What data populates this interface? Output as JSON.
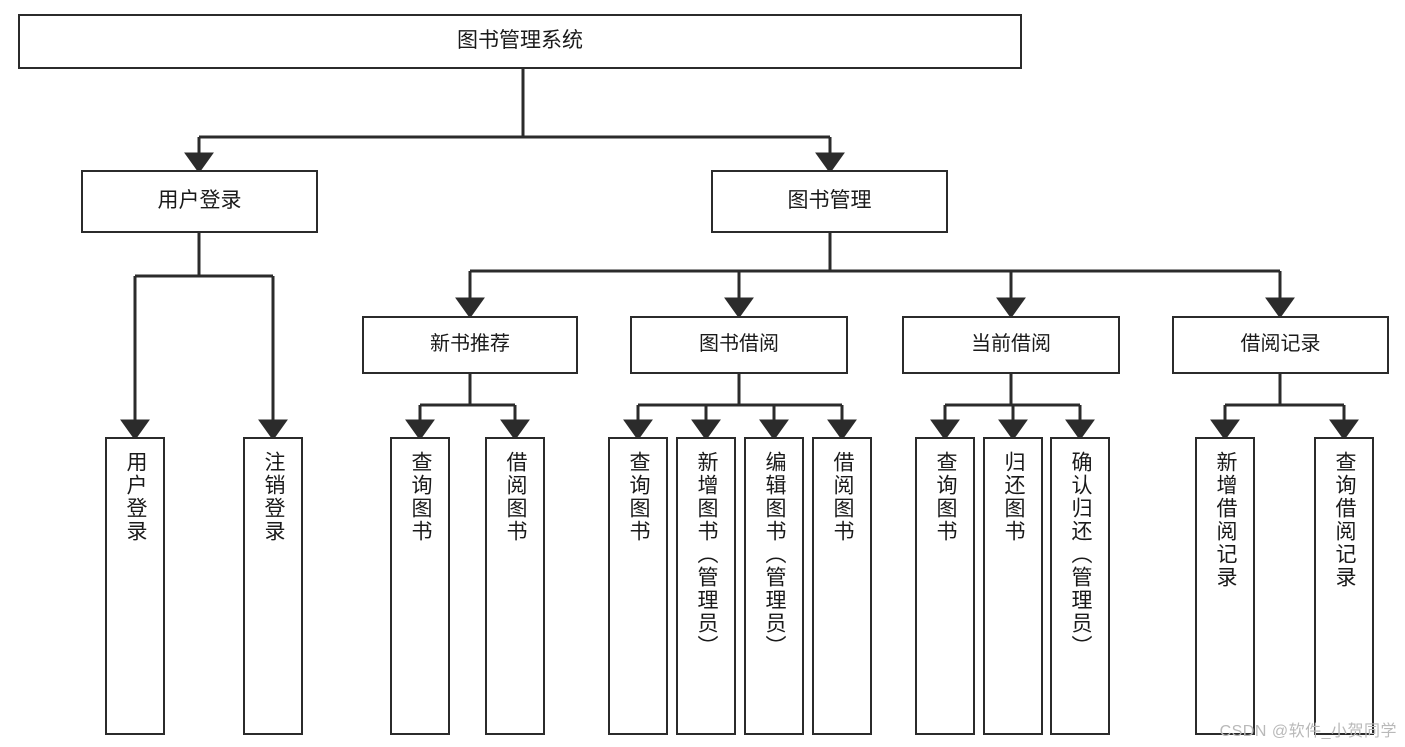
{
  "diagram": {
    "type": "tree-hierarchy",
    "title": "图书管理系统",
    "watermark": "CSDN @软件_小贺同学",
    "colors": {
      "stroke": "#2b2b2b",
      "fill": "#ffffff",
      "text": "#1a1a1a",
      "watermark": "#b9b9b9"
    },
    "nodes": {
      "root": {
        "label": "图书管理系统"
      },
      "level1": [
        {
          "id": "user-login",
          "label": "用户登录"
        },
        {
          "id": "book-manage",
          "label": "图书管理"
        }
      ],
      "level2": [
        {
          "id": "new-book-recommend",
          "label": "新书推荐"
        },
        {
          "id": "book-borrow",
          "label": "图书借阅"
        },
        {
          "id": "current-borrow",
          "label": "当前借阅"
        },
        {
          "id": "borrow-record",
          "label": "借阅记录"
        }
      ],
      "leaves": {
        "user-login": [
          {
            "id": "leaf-user-login",
            "label": "用户登录"
          },
          {
            "id": "leaf-user-logout",
            "label": "注销登录"
          }
        ],
        "new-book-recommend": [
          {
            "id": "leaf-query-book-1",
            "label": "查询图书"
          },
          {
            "id": "leaf-borrow-book-1",
            "label": "借阅图书"
          }
        ],
        "book-borrow": [
          {
            "id": "leaf-query-book-2",
            "label": "查询图书"
          },
          {
            "id": "leaf-add-book",
            "label": "新增图书（管理员）"
          },
          {
            "id": "leaf-edit-book",
            "label": "编辑图书（管理员）"
          },
          {
            "id": "leaf-borrow-book-2",
            "label": "借阅图书"
          }
        ],
        "current-borrow": [
          {
            "id": "leaf-query-book-3",
            "label": "查询图书"
          },
          {
            "id": "leaf-return-book",
            "label": "归还图书"
          },
          {
            "id": "leaf-confirm-return",
            "label": "确认归还（管理员）"
          }
        ],
        "borrow-record": [
          {
            "id": "leaf-add-record",
            "label": "新增借阅记录"
          },
          {
            "id": "leaf-query-record",
            "label": "查询借阅记录"
          }
        ]
      }
    }
  }
}
